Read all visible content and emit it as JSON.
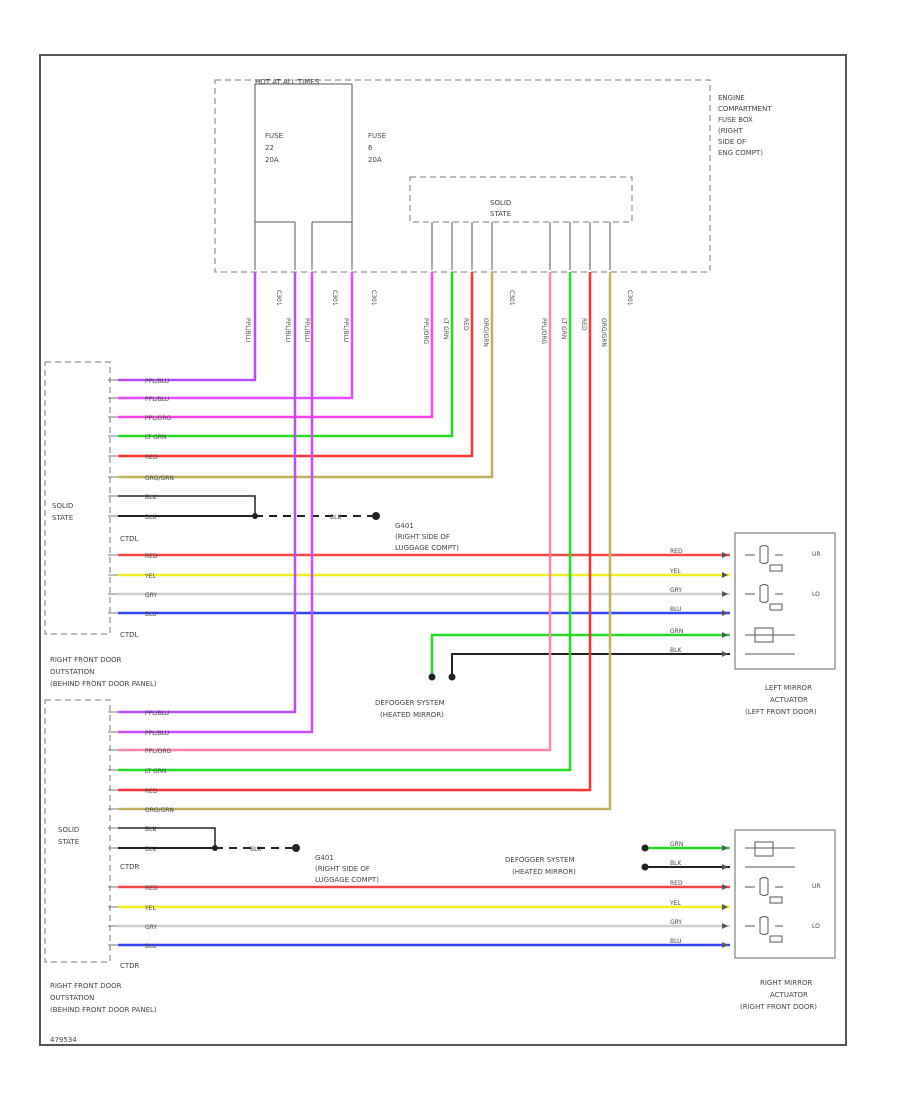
{
  "labels": {
    "fuse_box_header": "HOT AT ALL TIMES",
    "fuse_box_name": [
      "ENGINE",
      "COMPARTMENT",
      "FUSE BOX",
      "(RIGHT",
      "SIDE OF",
      "ENG COMPT)"
    ],
    "fuse_a": [
      "FUSE",
      "22",
      "20A"
    ],
    "fuse_b": [
      "FUSE",
      "6",
      "20A"
    ],
    "solid_state_top": [
      "SOLID",
      "STATE"
    ],
    "solid_state_left_1": [
      "SOLID",
      "STATE"
    ],
    "solid_state_left_2": [
      "SOLID",
      "STATE"
    ],
    "connector_top": "C301",
    "connector_ctl1": "CTDL",
    "connector_ctl2": "CTDL",
    "connector_ctr1": "CTDR",
    "connector_ctr2": "CTDR",
    "door_module_1": [
      "RIGHT FRONT DOOR",
      "OUTSTATION",
      "(BEHIND FRONT DOOR PANEL)"
    ],
    "door_module_2": [
      "RIGHT FRONT DOOR",
      "OUTSTATION",
      "(BEHIND FRONT DOOR PANEL)"
    ],
    "ground_1": [
      "G401",
      "(RIGHT SIDE OF",
      "LUGGAGE COMPT)"
    ],
    "ground_2": [
      "G401",
      "(RIGHT SIDE OF",
      "LUGGAGE COMPT)"
    ],
    "defogger_1": [
      "DEFOGGER SYSTEM",
      "(HEATED MIRROR)"
    ],
    "defogger_2": [
      "DEFOGGER SYSTEM",
      "(HEATED MIRROR)"
    ],
    "left_mirror": [
      "LEFT MIRROR",
      "ACTUATOR",
      "(LEFT FRONT DOOR)"
    ],
    "right_mirror": [
      "RIGHT MIRROR",
      "ACTUATOR",
      "(RIGHT FRONT DOOR)"
    ],
    "figure_id": "479534"
  },
  "wires": {
    "ppl_blu": "PPL/BLU",
    "ppl_org": "PPL/ORG",
    "lt_grn": "LT GRN",
    "red": "RED",
    "org_grn": "ORG/GRN",
    "blk": "BLK",
    "yel": "YEL",
    "gry": "GRY",
    "blu": "BLU",
    "grn": "GRN"
  },
  "colors": {
    "purple": "#b84dff",
    "magenta": "#ff44ee",
    "pink": "#ff66aa",
    "green": "#22dd22",
    "red": "#ff3333",
    "olive": "#bfb15a",
    "black": "#222222",
    "yellow": "#eeee22",
    "gray": "#cfcfcf",
    "blue": "#3344ff",
    "light_pink": "#ff88aa"
  }
}
